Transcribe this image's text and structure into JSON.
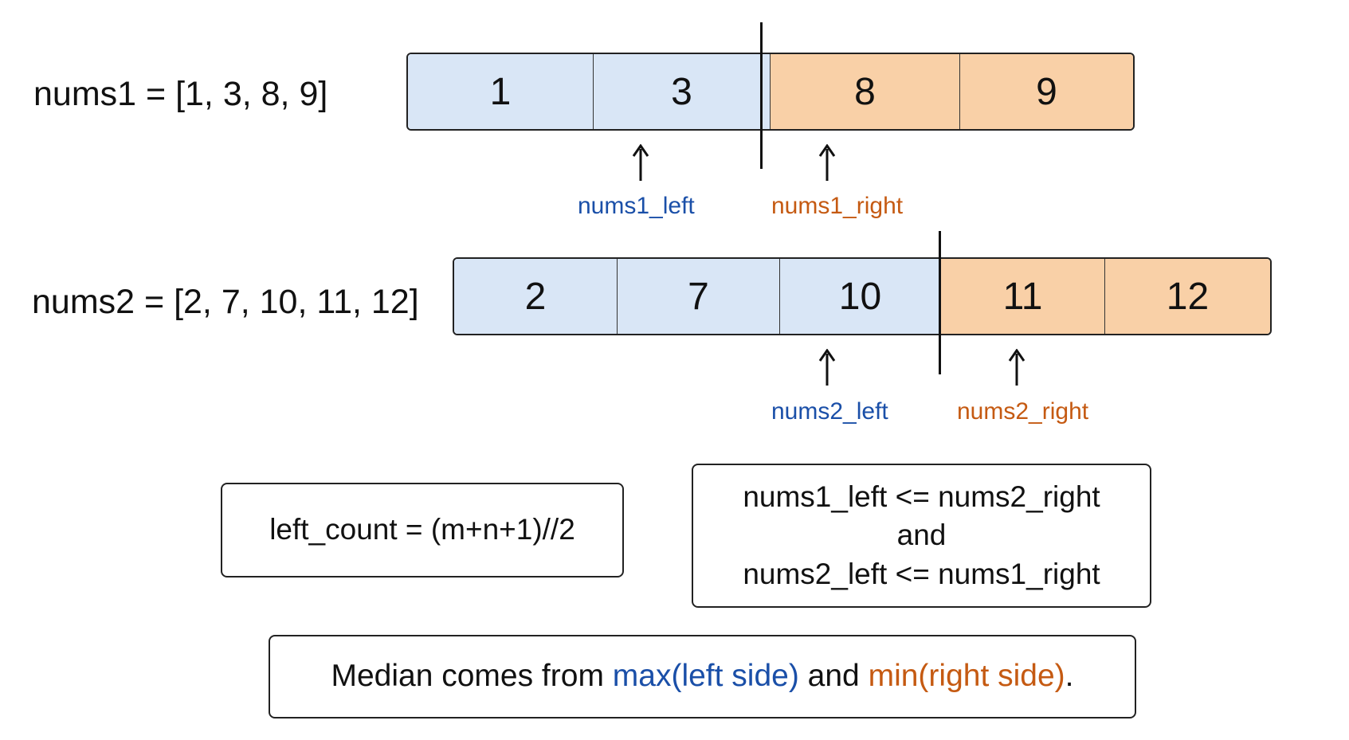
{
  "nums1": {
    "label": "nums1 = [1, 3, 8, 9]",
    "left_cells": [
      "1",
      "3"
    ],
    "right_cells": [
      "8",
      "9"
    ],
    "left_pointer": "nums1_left",
    "right_pointer": "nums1_right"
  },
  "nums2": {
    "label": "nums2 = [2, 7, 10, 11, 12]",
    "left_cells": [
      "2",
      "7",
      "10"
    ],
    "right_cells": [
      "11",
      "12"
    ],
    "left_pointer": "nums2_left",
    "right_pointer": "nums2_right"
  },
  "formula_box": {
    "text": "left_count = (m+n+1)//2"
  },
  "condition_box": {
    "line1": "nums1_left <= nums2_right",
    "line2": "and",
    "line3": "nums2_left <= nums1_right"
  },
  "summary": {
    "part1": "Median comes from ",
    "part2": "max(left side)",
    "part3": " and ",
    "part4": "min(right side)",
    "part5": "."
  },
  "colors": {
    "left_fill": "#d9e6f6",
    "right_fill": "#f9d0a7",
    "left_text": "#1a4fa8",
    "right_text": "#c55a12"
  }
}
